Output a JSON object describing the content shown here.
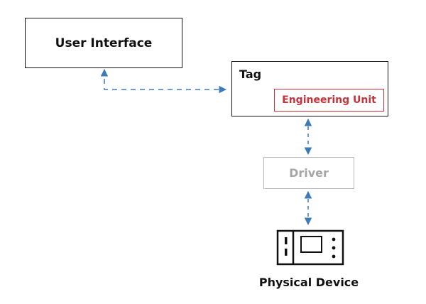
{
  "nodes": {
    "user_interface": "User Interface",
    "tag": "Tag",
    "engineering_unit": "Engineering Unit",
    "driver": "Driver",
    "physical_device": "Physical Device"
  },
  "icons": {
    "device": "physical-device-icon"
  },
  "colors": {
    "connector": "#3d7ab8",
    "engineering_unit": "#c8323a",
    "driver": "#a6a6a6",
    "border": "#111111"
  }
}
